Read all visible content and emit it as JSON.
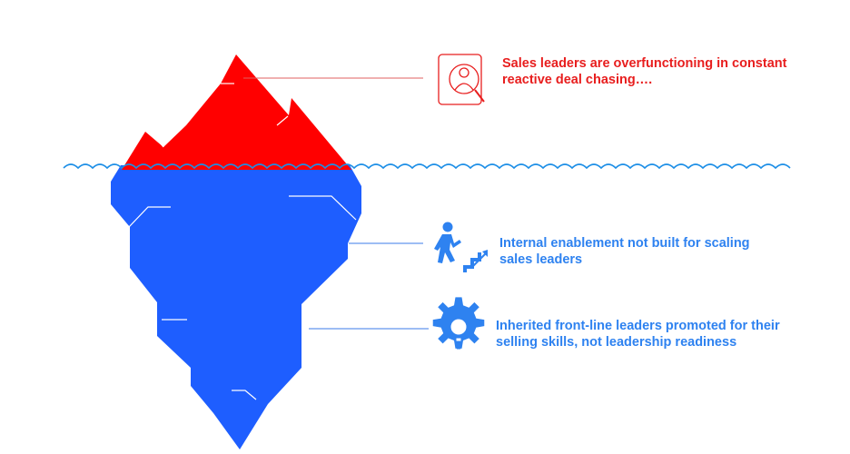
{
  "colors": {
    "tip": "#FF0000",
    "base": "#1E5EFF",
    "water": "#1C8EE6",
    "top_text": "#E81E1E",
    "lower_text": "#2E82F0",
    "connector_top": "#E06060",
    "connector_lower": "#3B7BE8",
    "inner_line": "#FFFFFF"
  },
  "icons": {
    "top": "search-person-icon",
    "middle": "person-climbing-stairs-icon",
    "bottom": "gear-lightbulb-icon"
  },
  "callouts": {
    "top": "Sales leaders are overfunctioning in constant reactive deal chasing….",
    "middle": "Internal enablement not built for scaling sales leaders",
    "bottom": "Inherited front-line leaders promoted for their selling skills, not leadership readiness"
  }
}
